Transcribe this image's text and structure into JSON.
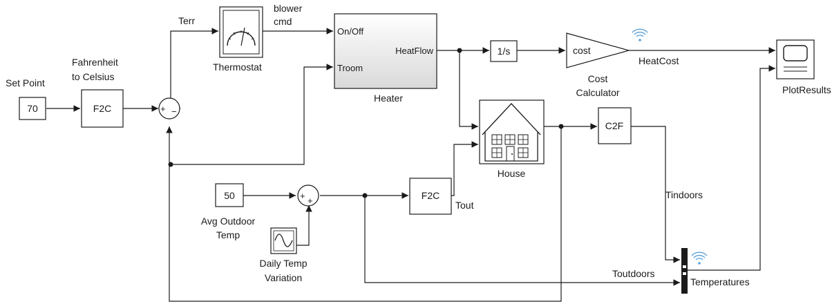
{
  "blocks": {
    "set_point": {
      "value": "70",
      "label": "Set Point"
    },
    "f2c_1": {
      "text": "F2C",
      "label_line1": "Fahrenheit",
      "label_line2": "to Celsius"
    },
    "sum_1": {
      "text": "+",
      "minus": "−"
    },
    "thermostat": {
      "label": "Thermostat"
    },
    "heater": {
      "label": "Heater",
      "port_in1": "On/Off",
      "port_in2": "Troom",
      "port_out": "HeatFlow"
    },
    "integrator": {
      "text": "1/s"
    },
    "cost": {
      "text": "cost",
      "label_line1": "Cost",
      "label_line2": "Calculator"
    },
    "plot": {
      "label": "PlotResults"
    },
    "house": {
      "label": "House"
    },
    "c2f": {
      "text": "C2F"
    },
    "avg_outdoor": {
      "value": "50",
      "label_line1": "Avg Outdoor",
      "label_line2": "Temp"
    },
    "sum_2": {
      "text": "+",
      "text2": "+"
    },
    "sine": {
      "label_line1": "Daily Temp",
      "label_line2": "Variation"
    },
    "f2c_2": {
      "text": "F2C"
    },
    "mux": {
      "label": "Temperatures"
    }
  },
  "signals": {
    "terr": "Terr",
    "blower_line1": "blower",
    "blower_line2": "cmd",
    "heat_cost": "HeatCost",
    "tindoors": "Tindoors",
    "toutdoors": "Toutdoors",
    "tout": "Tout"
  },
  "icons": [
    "thermostat-gauge-icon",
    "house-icon",
    "scope-icon",
    "sine-wave-icon",
    "wifi-signal-icon"
  ]
}
